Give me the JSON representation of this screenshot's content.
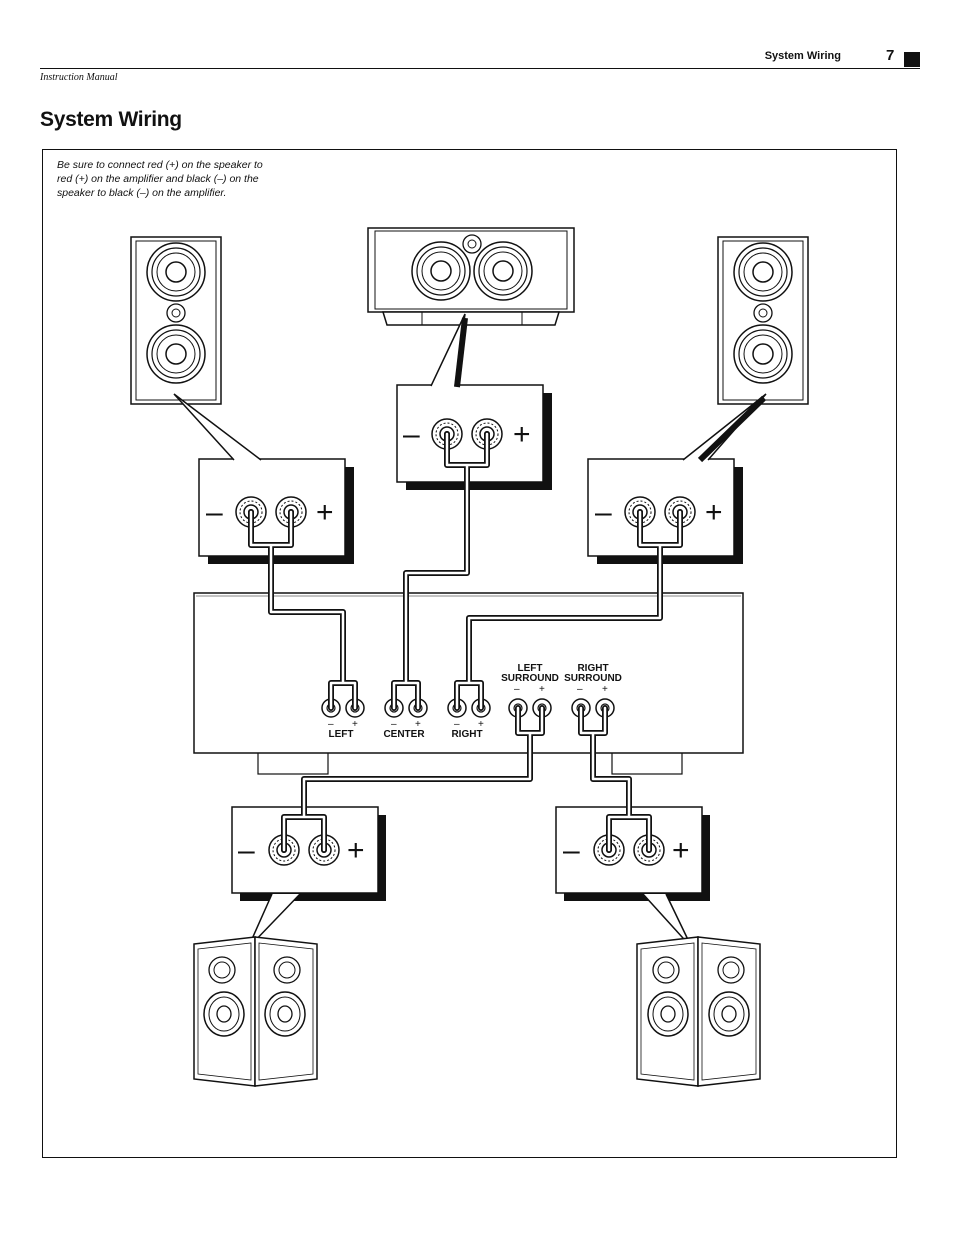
{
  "header": {
    "section": "System Wiring",
    "page_number": "7",
    "manual": "Instruction Manual"
  },
  "title": "System Wiring",
  "note": "Be sure to connect red (+) on the speaker to red (+) on the amplifier and black (–) on the speaker to black (–) on the amplifier.",
  "amplifier": {
    "left": "LEFT",
    "center": "CENTER",
    "right": "RIGHT",
    "left_surround_1": "LEFT",
    "left_surround_2": "SURROUND",
    "right_surround_1": "RIGHT",
    "right_surround_2": "SURROUND",
    "minus": "–",
    "plus": "+"
  },
  "callouts": {
    "minus": "–",
    "plus": "+"
  },
  "icons": [
    "front-left-speaker-icon",
    "center-speaker-icon",
    "front-right-speaker-icon",
    "left-surround-speaker-icon",
    "right-surround-speaker-icon",
    "amplifier-icon",
    "terminal-post-icon"
  ]
}
